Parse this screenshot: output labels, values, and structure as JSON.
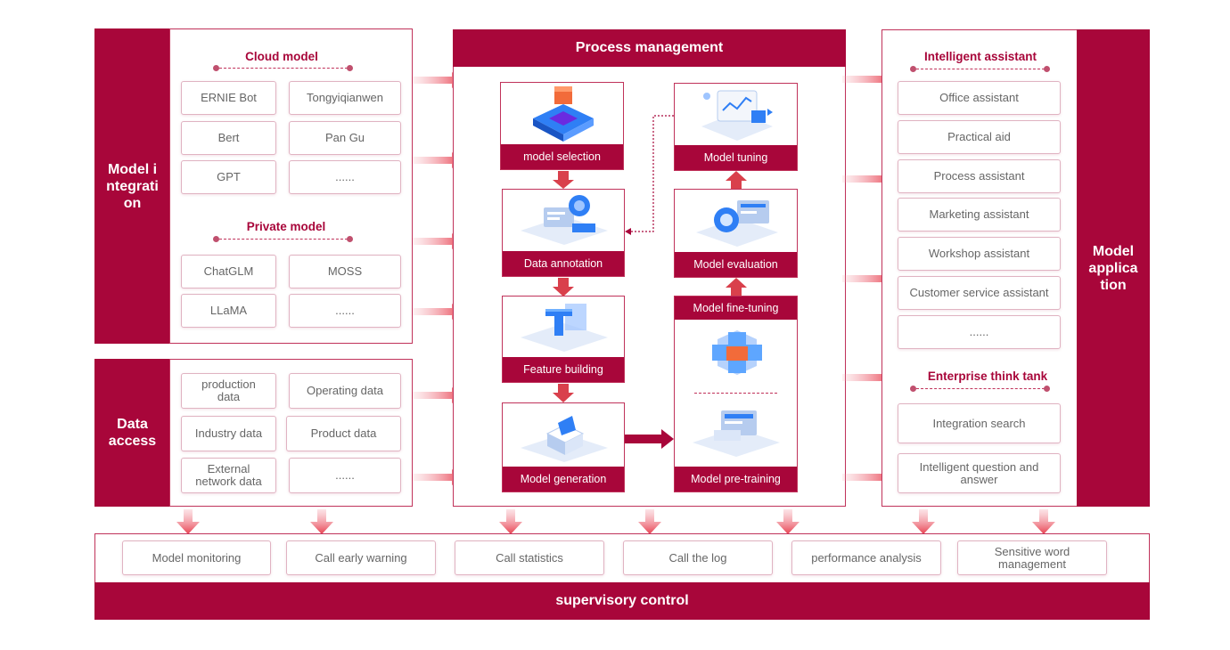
{
  "integration": {
    "label": "Model integration",
    "cloud_title": "Cloud model",
    "cloud_models": [
      "ERNIE Bot",
      "Tongyiqianwen",
      "Bert",
      "Pan Gu",
      "GPT",
      "......"
    ],
    "private_title": "Private model",
    "private_models": [
      "ChatGLM",
      "MOSS",
      "LLaMA",
      "......"
    ]
  },
  "data_access": {
    "label": "Data access",
    "items": [
      "production data",
      "Operating data",
      "Industry data",
      "Product data",
      "External network data",
      "......"
    ]
  },
  "process": {
    "title": "Process management",
    "steps": {
      "model_selection": "model selection",
      "data_annotation": "Data annotation",
      "feature_building": "Feature building",
      "model_generation": "Model generation",
      "model_tuning": "Model tuning",
      "model_evaluation": "Model evaluation",
      "model_fine_tuning": "Model fine-tuning",
      "model_pre_training": "Model pre-training"
    }
  },
  "application": {
    "label": "Model application",
    "assistant_title": "Intelligent assistant",
    "assistants": [
      "Office assistant",
      "Practical aid",
      "Process assistant",
      "Marketing assistant",
      "Workshop assistant",
      "Customer service assistant",
      "......"
    ],
    "think_tank_title": "Enterprise think tank",
    "think_tank": [
      "Integration search",
      "Intelligent question and answer"
    ]
  },
  "supervision": {
    "label": "supervisory control",
    "items": [
      "Model monitoring",
      "Call early warning",
      "Call statistics",
      "Call the log",
      "performance analysis",
      "Sensitive word management"
    ]
  },
  "colors": {
    "primary": "#a8063a",
    "border": "#c0325a",
    "arrow": "#e8404f",
    "accent_blue": "#2f7ff5",
    "accent_orange": "#f26b3a"
  }
}
